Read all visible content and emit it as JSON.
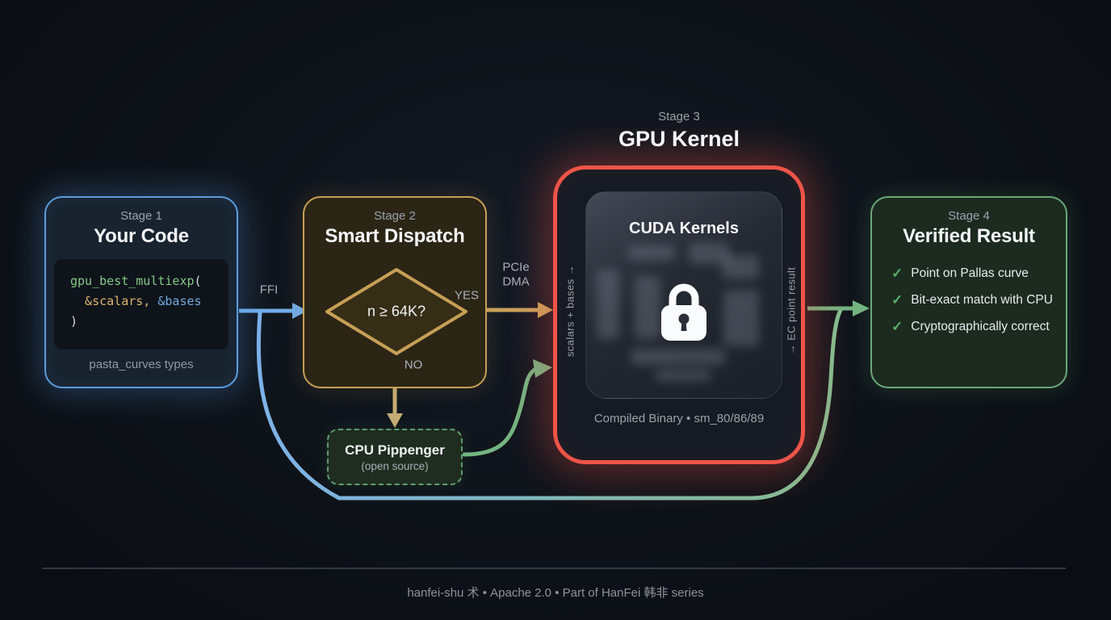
{
  "stage1": {
    "label": "Stage 1",
    "title": "Your Code",
    "code": {
      "fn": "gpu_best_multiexp",
      "open_paren": "(",
      "arg1": "  &scalars,",
      "arg2": " &bases",
      "close_paren": ")"
    },
    "caption": "pasta_curves types"
  },
  "stage2": {
    "label": "Stage 2",
    "title": "Smart Dispatch",
    "decision": "n ≥ 64K?",
    "yes_label": "YES",
    "no_label": "NO"
  },
  "stage3": {
    "label": "Stage 3",
    "title": "GPU Kernel",
    "inner_title": "CUDA Kernels",
    "caption": "Compiled Binary • sm_80/86/89",
    "left_vertical_label": "scalars + bases →",
    "right_vertical_label": "→ EC point result"
  },
  "stage4": {
    "label": "Stage 4",
    "title": "Verified Result",
    "checks": [
      "Point on Pallas curve",
      "Bit-exact match with CPU",
      "Cryptographically correct"
    ]
  },
  "cpu_box": {
    "title": "CPU Pippenger",
    "subtitle": "(open source)"
  },
  "edges": {
    "ffi_label": "FFI",
    "pcie_line1": "PCIe",
    "pcie_line2": "DMA"
  },
  "icons": {
    "check_glyph": "✓",
    "lock": "lock-icon"
  },
  "footer": {
    "text": "hanfei-shu 术 • Apache 2.0 • Part of HanFei 韩非 series"
  },
  "colors": {
    "stage1_border": "#5b9ce0",
    "stage2_border": "#c79f56",
    "stage3_border": "#ee5448",
    "stage4_border": "#6aa877",
    "cpu_border": "#5f9e6e",
    "arrow_blue": "#6fabe9",
    "arrow_gold": "#c9a35c",
    "arrow_green": "#74b582",
    "code_green": "#84c887",
    "code_gold": "#ddb36b",
    "code_blue": "#72a9e0",
    "background": "#0e1319"
  }
}
